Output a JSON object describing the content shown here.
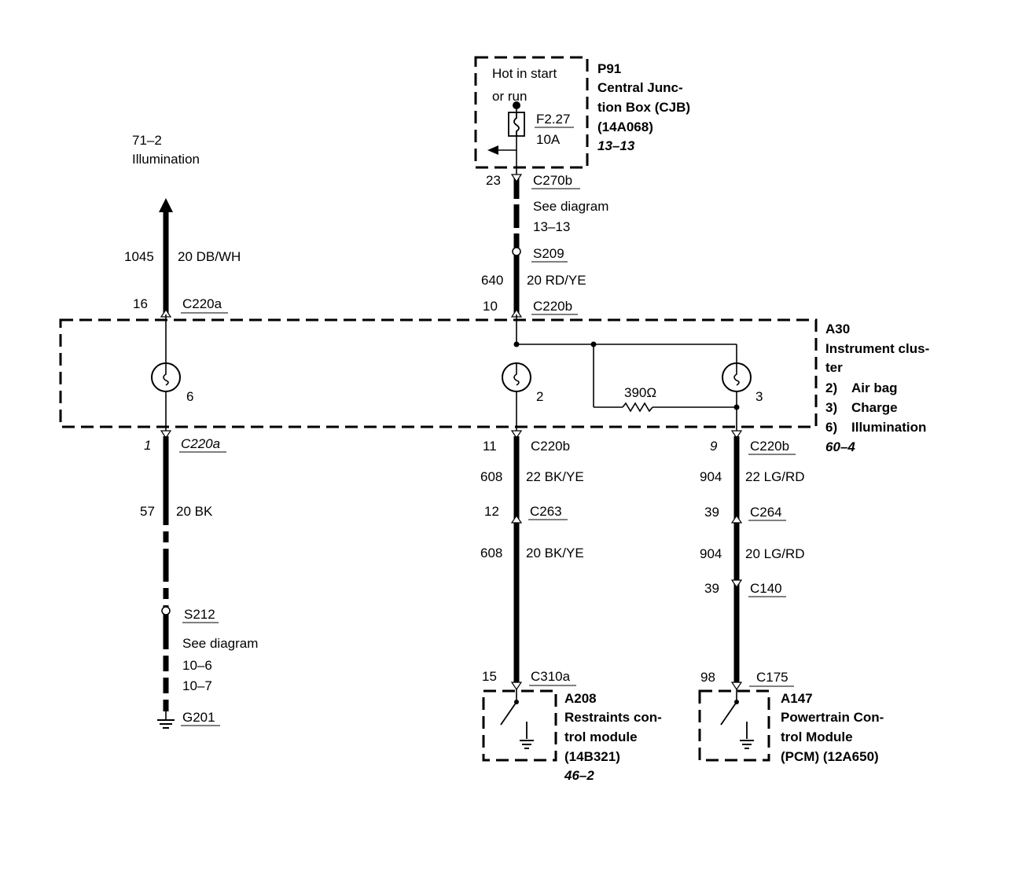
{
  "cjb": {
    "note_line1": "Hot in start",
    "note_line2": "or run",
    "fuse_id": "F2.27",
    "fuse_rating": "10A",
    "ref": "P91",
    "name_line1": "Central Junc-",
    "name_line2": "tion Box (CJB)",
    "part": "(14A068)",
    "page": "13–13"
  },
  "illum_ref": {
    "page": "71–2",
    "label": "Illumination"
  },
  "wires": {
    "w1045": {
      "circuit": "1045",
      "color": "20 DB/WH"
    },
    "w640": {
      "circuit": "640",
      "color": "20 RD/YE"
    },
    "w57": {
      "circuit": "57",
      "color": "20 BK"
    },
    "w608a": {
      "circuit": "608",
      "color": "22 BK/YE"
    },
    "w608b": {
      "circuit": "608",
      "color": "20 BK/YE"
    },
    "w904a": {
      "circuit": "904",
      "color": "22 LG/RD"
    },
    "w904b": {
      "circuit": "904",
      "color": "20 LG/RD"
    }
  },
  "connectors": {
    "c270b": {
      "pin": "23",
      "name": "C270b",
      "see": "See diagram",
      "page": "13–13"
    },
    "s209": {
      "name": "S209"
    },
    "c220a_top": {
      "pin": "16",
      "name": "C220a"
    },
    "c220b_top": {
      "pin": "10",
      "name": "C220b"
    },
    "c220a_bot": {
      "pin": "1",
      "name": "C220a"
    },
    "c220b_mid": {
      "pin": "11",
      "name": "C220b"
    },
    "c220b_right": {
      "pin": "9",
      "name": "C220b"
    },
    "c263": {
      "pin": "12",
      "name": "C263"
    },
    "c264": {
      "pin": "39",
      "name": "C264"
    },
    "c140": {
      "pin": "39",
      "name": "C140"
    },
    "s212": {
      "name": "S212",
      "see": "See diagram",
      "page1": "10–6",
      "page2": "10–7"
    },
    "g201": {
      "name": "G201"
    },
    "c310a": {
      "pin": "15",
      "name": "C310a"
    },
    "c175": {
      "pin": "98",
      "name": "C175"
    }
  },
  "cluster": {
    "ref": "A30",
    "name_line1": "Instrument clus-",
    "name_line2": "ter",
    "item1_num": "2)",
    "item1_label": "Air bag",
    "item2_num": "3)",
    "item2_label": "Charge",
    "item3_num": "6)",
    "item3_label": "Illumination",
    "page": "60–4",
    "lamp_left_num": "6",
    "lamp_mid_num": "2",
    "lamp_right_num": "3",
    "resistor": "390Ω"
  },
  "rcm": {
    "ref": "A208",
    "name_line1": "Restraints con-",
    "name_line2": "trol module",
    "part": "(14B321)",
    "page": "46–2"
  },
  "pcm": {
    "ref": "A147",
    "name_line1": "Powertrain Con-",
    "name_line2": "trol Module",
    "part": "(PCM) (12A650)"
  }
}
